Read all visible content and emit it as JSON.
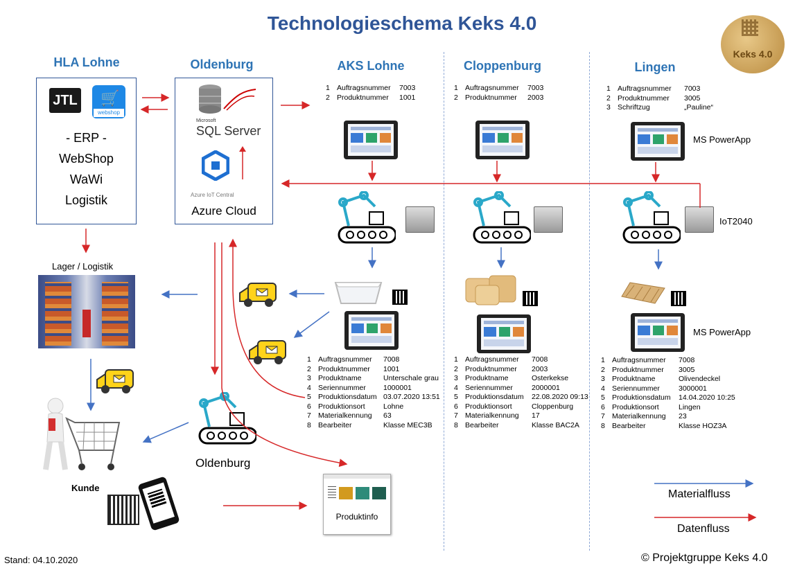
{
  "title": "Technologieschema Keks 4.0",
  "columns": {
    "hla": "HLA Lohne",
    "oldenburg": "Oldenburg",
    "aks": "AKS Lohne",
    "cloppenburg": "Cloppenburg",
    "lingen": "Lingen"
  },
  "hla_box": {
    "logo_jtl": "JTL",
    "logo_webshop": "webshop",
    "lines": [
      "- ERP -",
      "WebShop",
      "WaWi",
      "Logistik"
    ]
  },
  "oldenburg_box": {
    "sql_small": "Microsoft",
    "sql_big": "SQL Server",
    "iot_central": "Azure IoT Central",
    "cloud": "Azure Cloud"
  },
  "order_tables": {
    "aks": [
      [
        "1",
        "Auftragsnummer",
        "7003"
      ],
      [
        "2",
        "Produktnummer",
        "1001"
      ]
    ],
    "cloppenburg": [
      [
        "1",
        "Auftragsnummer",
        "7003"
      ],
      [
        "2",
        "Produktnummer",
        "2003"
      ]
    ],
    "lingen": [
      [
        "1",
        "Auftragsnummer",
        "7003"
      ],
      [
        "2",
        "Produktnummer",
        "3005"
      ],
      [
        "3",
        "Schriftzug",
        "„Pauline“"
      ]
    ]
  },
  "product_tables": {
    "aks": [
      [
        "1",
        "Auftragsnummer",
        "7008"
      ],
      [
        "2",
        "Produktnummer",
        "1001"
      ],
      [
        "3",
        "Produktname",
        "Unterschale grau"
      ],
      [
        "4",
        "Seriennummer",
        "1000001"
      ],
      [
        "5",
        "Produktionsdatum",
        "03.07.2020 13:51"
      ],
      [
        "6",
        "Produktionsort",
        "Lohne"
      ],
      [
        "7",
        "Materialkennung",
        "63"
      ],
      [
        "8",
        "Bearbeiter",
        "Klasse MEC3B"
      ]
    ],
    "cloppenburg": [
      [
        "1",
        "Auftragsnummer",
        "7008"
      ],
      [
        "2",
        "Produktnummer",
        "2003"
      ],
      [
        "3",
        "Produktname",
        "Osterkekse"
      ],
      [
        "4",
        "Seriennummer",
        "2000001"
      ],
      [
        "5",
        "Produktionsdatum",
        "22.08.2020 09:13"
      ],
      [
        "6",
        "Produktionsort",
        "Cloppenburg"
      ],
      [
        "7",
        "Materialkennung",
        "17"
      ],
      [
        "8",
        "Bearbeiter",
        "Klasse BAC2A"
      ]
    ],
    "lingen": [
      [
        "1",
        "Auftragsnummer",
        "7008"
      ],
      [
        "2",
        "Produktnummer",
        "3005"
      ],
      [
        "3",
        "Produktname",
        "Olivendeckel"
      ],
      [
        "4",
        "Seriennummer",
        "3000001"
      ],
      [
        "5",
        "Produktionsdatum",
        "14.04.2020 10:25"
      ],
      [
        "6",
        "Produktionsort",
        "Lingen"
      ],
      [
        "7",
        "Materialkennung",
        "23"
      ],
      [
        "8",
        "Bearbeiter",
        "Klasse HOZ3A"
      ]
    ]
  },
  "labels": {
    "ms_powerapp": "MS PowerApp",
    "iot2040": "IoT2040",
    "lager": "Lager / Logistik",
    "kunde": "Kunde",
    "oldenburg_bottom": "Oldenburg",
    "produktinfo": "Produktinfo",
    "badge": "Keks 4.0"
  },
  "legend": {
    "material": "Materialfluss",
    "daten": "Datenfluss",
    "material_color": "#4472c4",
    "daten_color": "#d62728"
  },
  "footer": {
    "stand": "Stand: 04.10.2020",
    "copyright": "© Projektgruppe Keks 4.0"
  }
}
